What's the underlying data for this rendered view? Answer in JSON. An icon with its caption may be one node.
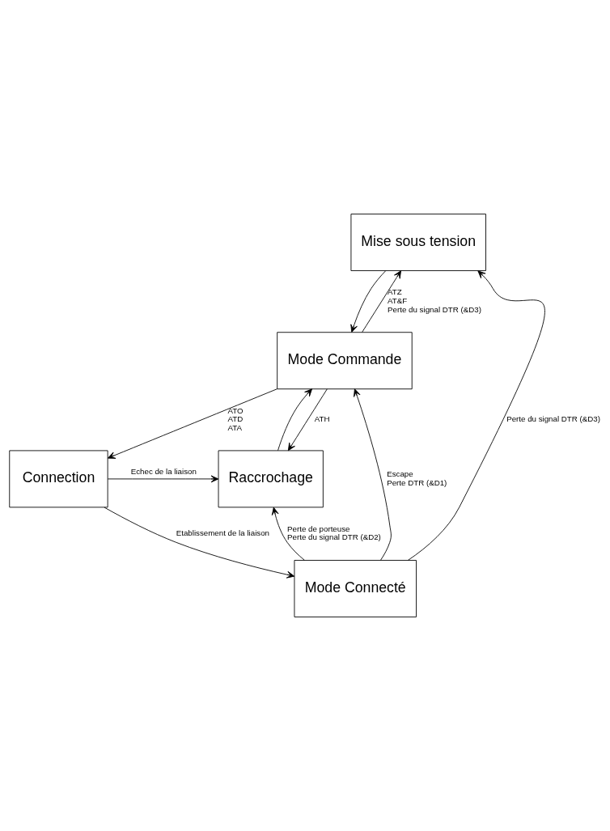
{
  "diagram": {
    "nodes": [
      {
        "text": [
          "Mise sous tension"
        ]
      },
      {
        "text": [
          "Mode Commande"
        ]
      },
      {
        "text": [
          "Raccrochage"
        ]
      },
      {
        "text": [
          "Connection"
        ]
      },
      {
        "text": [
          "Mode Connecté"
        ]
      }
    ],
    "edges": [
      {
        "from": 0,
        "to": 1,
        "arrow": "to"
      },
      {
        "from": 1,
        "to": 0,
        "arrow": "to",
        "label": [
          "ATZ",
          "AT&F",
          "Perte du signal DTR (&D3)"
        ]
      },
      {
        "from": 2,
        "to": 1,
        "arrow": "to"
      },
      {
        "from": 1,
        "to": 2,
        "arrow": "to",
        "label": [
          "ATH"
        ]
      },
      {
        "from": 1,
        "to": 3,
        "arrow": "to",
        "label": [
          "ATO",
          "ATD",
          "ATA"
        ]
      },
      {
        "from": 3,
        "to": 2,
        "arrow": "to",
        "label": [
          "Echec de la liaison"
        ]
      },
      {
        "from": 3,
        "to": 4,
        "arrow": "to",
        "label": [
          "Etablissement de la liaison"
        ]
      },
      {
        "from": 4,
        "to": 1,
        "arrow": "to",
        "label": [
          "Escape",
          "Perte DTR (&D1)"
        ]
      },
      {
        "from": 4,
        "to": 0,
        "arrow": "to",
        "label": [
          "Perte du signal DTR (&D3)"
        ]
      },
      {
        "from": 4,
        "to": 2,
        "arrow": "to",
        "label": [
          "Perte de porteuse",
          "Perte du signal DTR (&D2)"
        ]
      }
    ]
  }
}
